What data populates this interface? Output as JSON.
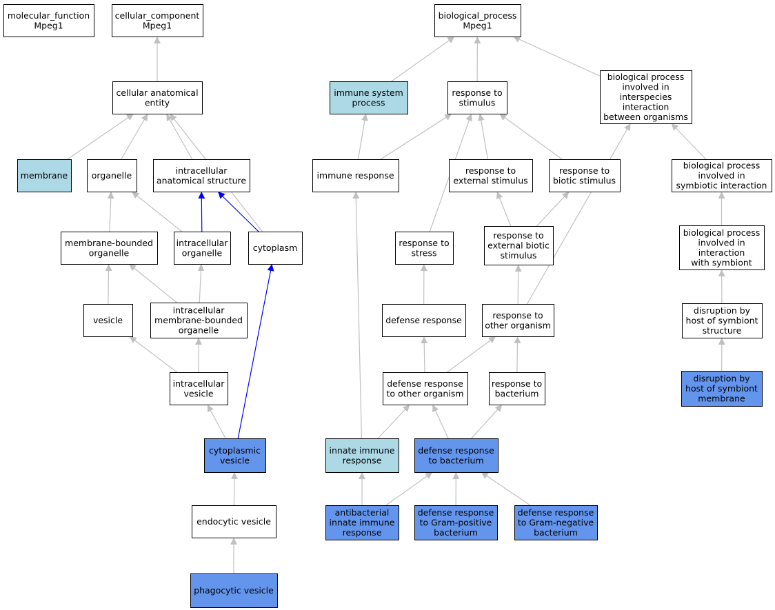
{
  "colors": {
    "default_fill": "#ffffff",
    "light_blue_fill": "#add8e6",
    "blue_fill": "#6495ed",
    "edge_gray": "#c0c0c0",
    "edge_blue": "#0000ff"
  },
  "nodes": [
    {
      "id": "mf",
      "lines": [
        "molecular_function",
        "Mpeg1"
      ],
      "fill": "white"
    },
    {
      "id": "cc",
      "lines": [
        "cellular_component",
        "Mpeg1"
      ],
      "fill": "white"
    },
    {
      "id": "bp",
      "lines": [
        "biological_process",
        "Mpeg1"
      ],
      "fill": "white"
    },
    {
      "id": "cae",
      "lines": [
        "cellular anatomical",
        "entity"
      ],
      "fill": "white"
    },
    {
      "id": "isp",
      "lines": [
        "immune system",
        "process"
      ],
      "fill": "lightblue"
    },
    {
      "id": "rts",
      "lines": [
        "response to",
        "stimulus"
      ],
      "fill": "white"
    },
    {
      "id": "bpii",
      "lines": [
        "biological process",
        "involved in",
        "interspecies",
        "interaction",
        "between organisms"
      ],
      "fill": "white"
    },
    {
      "id": "membrane",
      "lines": [
        "membrane"
      ],
      "fill": "lightblue"
    },
    {
      "id": "organelle",
      "lines": [
        "organelle"
      ],
      "fill": "white"
    },
    {
      "id": "ias",
      "lines": [
        "intracellular",
        "anatomical structure"
      ],
      "fill": "white"
    },
    {
      "id": "ir",
      "lines": [
        "immune response"
      ],
      "fill": "white"
    },
    {
      "id": "rtes",
      "lines": [
        "response to",
        "external stimulus"
      ],
      "fill": "white"
    },
    {
      "id": "rtbs",
      "lines": [
        "response to",
        "biotic stimulus"
      ],
      "fill": "white"
    },
    {
      "id": "bpsi",
      "lines": [
        "biological process",
        "involved in",
        "symbiotic interaction"
      ],
      "fill": "white"
    },
    {
      "id": "mbo",
      "lines": [
        "membrane-bounded",
        "organelle"
      ],
      "fill": "white"
    },
    {
      "id": "io",
      "lines": [
        "intracellular",
        "organelle"
      ],
      "fill": "white"
    },
    {
      "id": "cyto",
      "lines": [
        "cytoplasm"
      ],
      "fill": "white"
    },
    {
      "id": "rtstress",
      "lines": [
        "response to",
        "stress"
      ],
      "fill": "white"
    },
    {
      "id": "rtebs",
      "lines": [
        "response to",
        "external biotic",
        "stimulus"
      ],
      "fill": "white"
    },
    {
      "id": "bpiws",
      "lines": [
        "biological process",
        "involved in",
        "interaction",
        "with symbiont"
      ],
      "fill": "white"
    },
    {
      "id": "vesicle",
      "lines": [
        "vesicle"
      ],
      "fill": "white"
    },
    {
      "id": "imbo",
      "lines": [
        "intracellular",
        "membrane-bounded",
        "organelle"
      ],
      "fill": "white"
    },
    {
      "id": "dr",
      "lines": [
        "defense response"
      ],
      "fill": "white"
    },
    {
      "id": "rtoo",
      "lines": [
        "response to",
        "other organism"
      ],
      "fill": "white"
    },
    {
      "id": "dbhss",
      "lines": [
        "disruption by",
        "host of symbiont",
        "structure"
      ],
      "fill": "white"
    },
    {
      "id": "iv",
      "lines": [
        "intracellular",
        "vesicle"
      ],
      "fill": "white"
    },
    {
      "id": "drtoo",
      "lines": [
        "defense response",
        "to other organism"
      ],
      "fill": "white"
    },
    {
      "id": "rtb",
      "lines": [
        "response to",
        "bacterium"
      ],
      "fill": "white"
    },
    {
      "id": "dbhsm",
      "lines": [
        "disruption by",
        "host of symbiont",
        "membrane"
      ],
      "fill": "blue"
    },
    {
      "id": "cv",
      "lines": [
        "cytoplasmic",
        "vesicle"
      ],
      "fill": "blue"
    },
    {
      "id": "iir",
      "lines": [
        "innate immune",
        "response"
      ],
      "fill": "lightblue"
    },
    {
      "id": "drtb",
      "lines": [
        "defense response",
        "to bacterium"
      ],
      "fill": "blue"
    },
    {
      "id": "ev",
      "lines": [
        "endocytic vesicle"
      ],
      "fill": "white"
    },
    {
      "id": "aiir",
      "lines": [
        "antibacterial",
        "innate immune",
        "response"
      ],
      "fill": "blue"
    },
    {
      "id": "drtgp",
      "lines": [
        "defense response",
        "to Gram-positive",
        "bacterium"
      ],
      "fill": "blue"
    },
    {
      "id": "drtgn",
      "lines": [
        "defense response",
        "to Gram-negative",
        "bacterium"
      ],
      "fill": "blue"
    },
    {
      "id": "pv",
      "lines": [
        "phagocytic vesicle"
      ],
      "fill": "blue"
    }
  ],
  "edges": [
    {
      "from": "cae",
      "to": "cc",
      "color": "gray"
    },
    {
      "from": "membrane",
      "to": "cae",
      "color": "gray"
    },
    {
      "from": "organelle",
      "to": "cae",
      "color": "gray"
    },
    {
      "from": "ias",
      "to": "cae",
      "color": "gray"
    },
    {
      "from": "cyto",
      "to": "cae",
      "color": "gray"
    },
    {
      "from": "mbo",
      "to": "organelle",
      "color": "gray"
    },
    {
      "from": "io",
      "to": "organelle",
      "color": "gray"
    },
    {
      "from": "io",
      "to": "ias",
      "color": "blue"
    },
    {
      "from": "cyto",
      "to": "ias",
      "color": "blue"
    },
    {
      "from": "vesicle",
      "to": "mbo",
      "color": "gray"
    },
    {
      "from": "imbo",
      "to": "mbo",
      "color": "gray"
    },
    {
      "from": "imbo",
      "to": "io",
      "color": "gray"
    },
    {
      "from": "iv",
      "to": "vesicle",
      "color": "gray"
    },
    {
      "from": "iv",
      "to": "imbo",
      "color": "gray"
    },
    {
      "from": "cv",
      "to": "iv",
      "color": "gray"
    },
    {
      "from": "cv",
      "to": "cyto",
      "color": "blue"
    },
    {
      "from": "ev",
      "to": "cv",
      "color": "gray"
    },
    {
      "from": "pv",
      "to": "ev",
      "color": "gray"
    },
    {
      "from": "isp",
      "to": "bp",
      "color": "gray"
    },
    {
      "from": "rts",
      "to": "bp",
      "color": "gray"
    },
    {
      "from": "bpii",
      "to": "bp",
      "color": "gray"
    },
    {
      "from": "ir",
      "to": "isp",
      "color": "gray"
    },
    {
      "from": "ir",
      "to": "rts",
      "color": "gray"
    },
    {
      "from": "rtstress",
      "to": "rts",
      "color": "gray"
    },
    {
      "from": "rtes",
      "to": "rts",
      "color": "gray"
    },
    {
      "from": "rtbs",
      "to": "rts",
      "color": "gray"
    },
    {
      "from": "rtebs",
      "to": "rtes",
      "color": "gray"
    },
    {
      "from": "rtebs",
      "to": "rtbs",
      "color": "gray"
    },
    {
      "from": "dr",
      "to": "rtstress",
      "color": "gray"
    },
    {
      "from": "rtoo",
      "to": "rtebs",
      "color": "gray"
    },
    {
      "from": "rtoo",
      "to": "bpii",
      "color": "gray"
    },
    {
      "from": "drtoo",
      "to": "dr",
      "color": "gray"
    },
    {
      "from": "drtoo",
      "to": "rtoo",
      "color": "gray"
    },
    {
      "from": "rtb",
      "to": "rtoo",
      "color": "gray"
    },
    {
      "from": "iir",
      "to": "ir",
      "color": "gray"
    },
    {
      "from": "iir",
      "to": "drtoo",
      "color": "gray"
    },
    {
      "from": "drtb",
      "to": "drtoo",
      "color": "gray"
    },
    {
      "from": "drtb",
      "to": "rtb",
      "color": "gray"
    },
    {
      "from": "aiir",
      "to": "iir",
      "color": "gray"
    },
    {
      "from": "aiir",
      "to": "drtb",
      "color": "gray"
    },
    {
      "from": "drtgp",
      "to": "drtb",
      "color": "gray"
    },
    {
      "from": "drtgn",
      "to": "drtb",
      "color": "gray"
    },
    {
      "from": "bpsi",
      "to": "bpii",
      "color": "gray"
    },
    {
      "from": "bpiws",
      "to": "bpsi",
      "color": "gray"
    },
    {
      "from": "dbhss",
      "to": "bpiws",
      "color": "gray"
    },
    {
      "from": "dbhsm",
      "to": "dbhss",
      "color": "gray"
    }
  ]
}
